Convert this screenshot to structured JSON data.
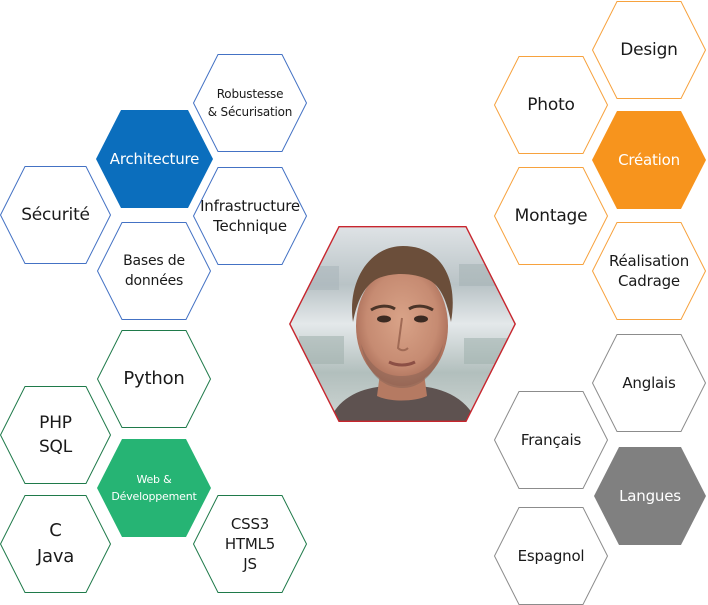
{
  "colors": {
    "architecture_fill": "#0B6EBD",
    "architecture_outline": "#4472C4",
    "web_fill": "#26B474",
    "web_outline": "#1F7A4A",
    "creation_fill": "#F7941D",
    "creation_outline": "#F7A23E",
    "languages_fill": "#808080",
    "languages_outline": "#8C8C8C",
    "portrait_outline": "#C8262E"
  },
  "portrait": {
    "alt": "portrait-photo"
  },
  "groups": {
    "architecture": {
      "center": "Architecture",
      "items": {
        "robustesse": "Robustesse\n& Sécurisation",
        "securite": "Sécurité",
        "infrastructure": "Infrastructure\nTechnique",
        "bases": "Bases de\ndonnées"
      }
    },
    "web": {
      "center": "Web &\nDéveloppement",
      "items": {
        "python": "Python",
        "php_sql": "PHP\nSQL",
        "c_java": "C\nJava",
        "css_html_js": "CSS3\nHTML5\nJS"
      }
    },
    "creation": {
      "center": "Création",
      "items": {
        "design": "Design",
        "photo": "Photo",
        "montage": "Montage",
        "realisation": "Réalisation\nCadrage"
      }
    },
    "languages": {
      "center": "Langues",
      "items": {
        "anglais": "Anglais",
        "francais": "Français",
        "espagnol": "Espagnol"
      }
    }
  }
}
